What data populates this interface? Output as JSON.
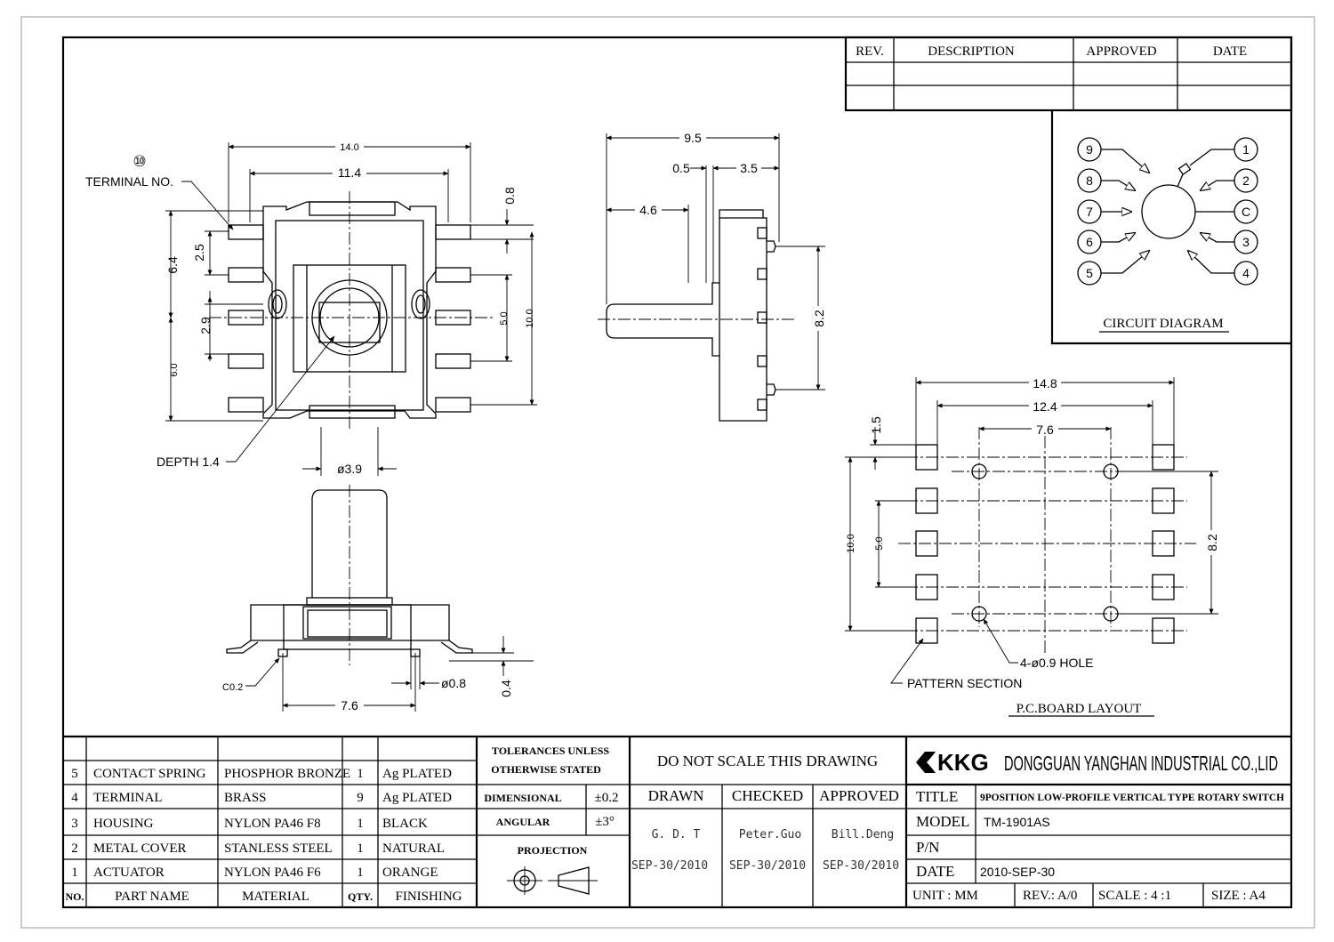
{
  "revision_table": {
    "headers": [
      "REV.",
      "DESCRIPTION",
      "APPROVED",
      "DATE"
    ]
  },
  "circuit_diagram": {
    "title": "CIRCUIT DIAGRAM",
    "pins_left": [
      "9",
      "8",
      "7",
      "6",
      "5"
    ],
    "pins_right": [
      "1",
      "2",
      "C",
      "3",
      "4"
    ]
  },
  "top_view": {
    "terminal_no_symbol": "⑩",
    "terminal_no_label": "TERMINAL NO.",
    "depth_label": "DEPTH 1.4",
    "dims": {
      "w14": "14.0",
      "w11_4": "11.4",
      "h6_4": "6.4",
      "h2_5": "2.5",
      "h2_9": "2.9",
      "h6_0": "6.0",
      "v0_8": "0.8",
      "v5_0": "5.0",
      "v10_0": "10.0",
      "d3_9": "ø3.9"
    }
  },
  "side_view": {
    "dims": {
      "w9_5": "9.5",
      "w0_5": "0.5",
      "w3_5": "3.5",
      "w4_6": "4.6",
      "h8_2": "8.2"
    }
  },
  "front_view": {
    "dims": {
      "c02": "C0.2",
      "w7_6": "7.6",
      "d0_8": "ø0.8",
      "h0_4": "0.4"
    }
  },
  "pcb_layout": {
    "title": "P.C.BOARD LAYOUT",
    "dims": {
      "w14_8": "14.8",
      "w12_4": "12.4",
      "w7_6": "7.6",
      "h1_5": "1.5",
      "h10_0": "10.0",
      "h5_0": "5.0",
      "h8_2": "8.2"
    },
    "hole_label": "4-ø0.9 HOLE",
    "pattern_label": "PATTERN SECTION"
  },
  "bom": {
    "col_headers": [
      "NO.",
      "PART NAME",
      "MATERIAL",
      "QTY.",
      "FINISHING"
    ],
    "rows": [
      {
        "no": "5",
        "part": "CONTACT SPRING",
        "material": "PHOSPHOR BRONZE",
        "qty": "1",
        "finish": "Ag PLATED"
      },
      {
        "no": "4",
        "part": "TERMINAL",
        "material": "BRASS",
        "qty": "9",
        "finish": "Ag PLATED"
      },
      {
        "no": "3",
        "part": "HOUSING",
        "material": "NYLON PA46 F8",
        "qty": "1",
        "finish": "BLACK"
      },
      {
        "no": "2",
        "part": "METAL COVER",
        "material": "STANLESS STEEL",
        "qty": "1",
        "finish": "NATURAL"
      },
      {
        "no": "1",
        "part": "ACTUATOR",
        "material": "NYLON PA46 F6",
        "qty": "1",
        "finish": "ORANGE"
      }
    ]
  },
  "tolerances": {
    "title_l1": "TOLERANCES UNLESS",
    "title_l2": "OTHERWISE STATED",
    "dimensional_label": "DIMENSIONAL",
    "dimensional_value": "±0.2",
    "angular_label": "ANGULAR",
    "angular_value": "±3°",
    "projection_label": "PROJECTION"
  },
  "signoff": {
    "do_not_scale": "DO NOT SCALE THIS DRAWING",
    "headers": [
      "DRAWN",
      "CHECKED",
      "APPROVED"
    ],
    "names": [
      "G. D. T",
      "Peter.Guo",
      "Bill.Deng"
    ],
    "dates": [
      "SEP-30/2010",
      "SEP-30/2010",
      "SEP-30/2010"
    ]
  },
  "title_block": {
    "logo": "KKG",
    "company": "DONGGUAN YANGHAN INDUSTRIAL CO.,LID",
    "title_label": "TITLE",
    "title_value": "9POSITION LOW-PROFILE VERTICAL TYPE ROTARY SWITCH",
    "model_label": "MODEL",
    "model_value": "TM-1901AS",
    "pn_label": "P/N",
    "pn_value": "",
    "date_label": "DATE",
    "date_value": "2010-SEP-30",
    "unit": "UNIT : MM",
    "rev": "REV.: A/0",
    "scale": "SCALE : 4 :1",
    "size": "SIZE : A4"
  }
}
